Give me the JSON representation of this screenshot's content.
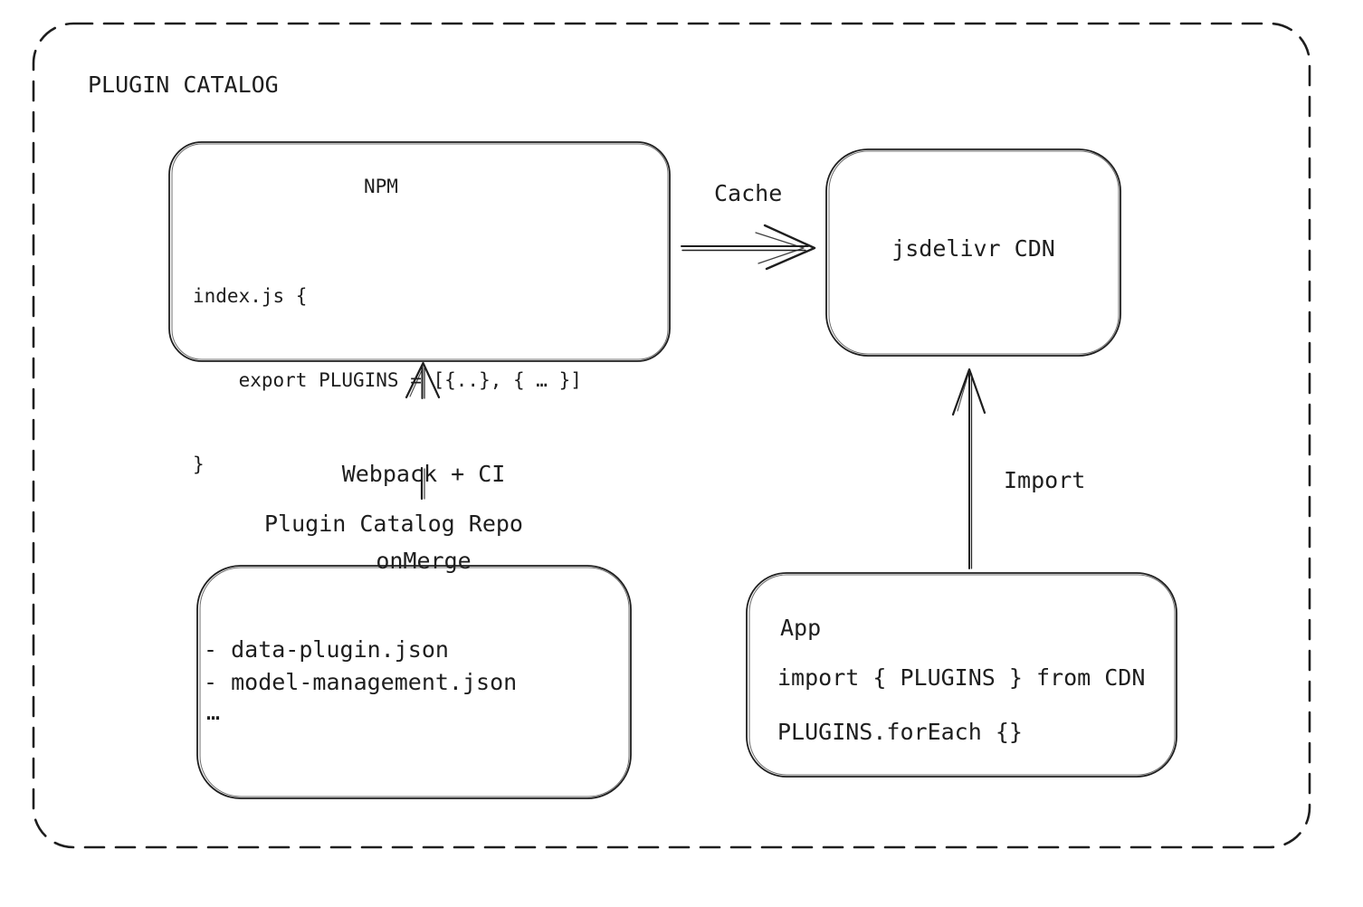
{
  "canvas": {
    "background": "#ffffff",
    "stroke_color": "#1e1e1e"
  },
  "title": "PLUGIN CATALOG",
  "nodes": {
    "npm": {
      "title": "NPM",
      "code": [
        "index.js {",
        "    export PLUGINS = [{..}, { … }]",
        "}"
      ]
    },
    "cdn": {
      "label": "jsdelivr CDN"
    },
    "repo": {
      "label": "Plugin Catalog Repo",
      "items": [
        "- data-plugin.json",
        "- model-management.json",
        "…"
      ]
    },
    "app": {
      "title": "App",
      "code": [
        "import { PLUGINS } from CDN",
        "PLUGINS.forEach {}"
      ]
    }
  },
  "edges": {
    "cache": {
      "label": "Cache"
    },
    "build": {
      "label_line1": "Webpack + CI",
      "label_line2": "onMerge"
    },
    "import": {
      "label": "Import"
    }
  }
}
